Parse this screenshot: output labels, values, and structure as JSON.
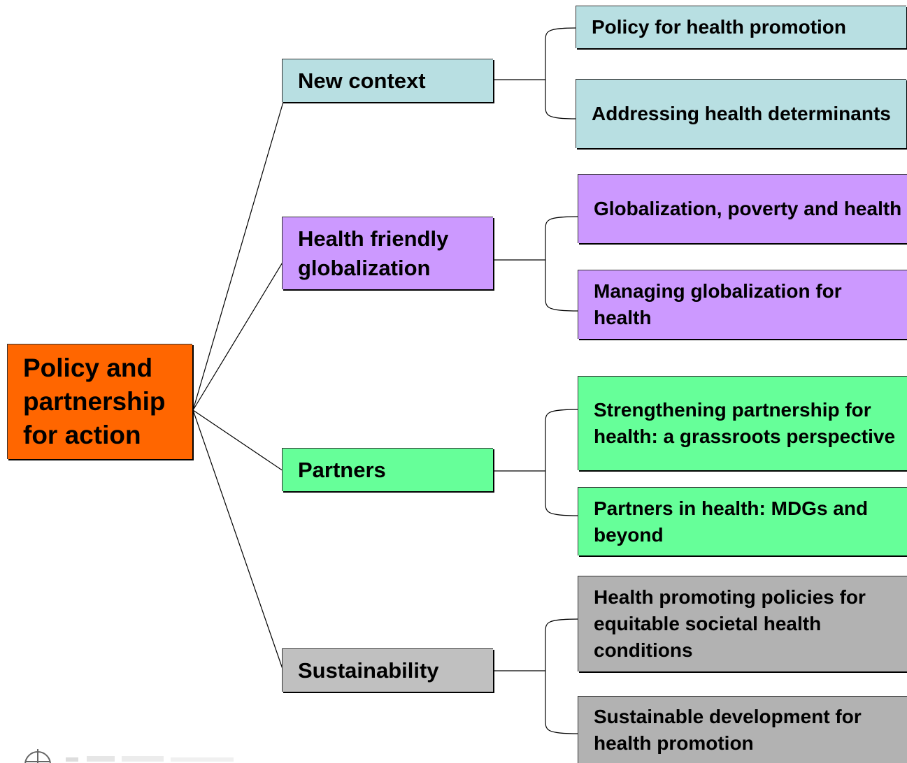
{
  "root": {
    "label": "Policy and partnership for action",
    "color": "#ff6600"
  },
  "branches": [
    {
      "label": "New context",
      "color": "#b8dfe2",
      "children": [
        "Policy for health promotion",
        "Addressing health determinants"
      ]
    },
    {
      "label": "Health friendly globalization",
      "color": "#cc99ff",
      "children": [
        "Globalization, poverty and health",
        "Managing globalization for health"
      ]
    },
    {
      "label": "Partners",
      "color": "#66ff99",
      "children": [
        "Strengthening partnership for health: a grassroots perspective",
        "Partners in health: MDGs and beyond"
      ]
    },
    {
      "label": "Sustainability",
      "color": "#c0c0c0",
      "child_color": "#b2b2b2",
      "children": [
        "Health promoting policies for equitable societal health conditions",
        "Sustainable development for health promotion"
      ]
    }
  ],
  "logo_icon": "globe-emblem-icon"
}
